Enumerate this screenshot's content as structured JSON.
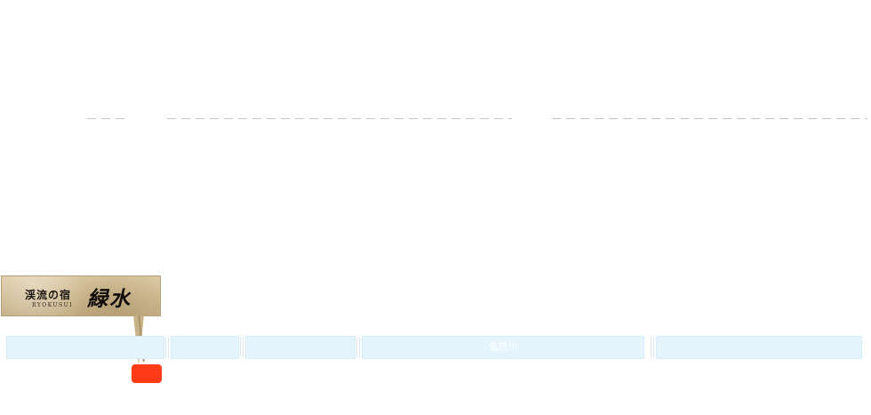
{
  "logo": {
    "small_text": "渓流の宿",
    "roman_text": "RYOKUSUI",
    "big_text": "緑水"
  },
  "nav": {
    "tabs": [
      {
        "label": ""
      },
      {
        "label": ""
      },
      {
        "label": ""
      },
      {
        "label": "鬼怒川"
      },
      {
        "label": ""
      }
    ]
  },
  "colors": {
    "nav_bg": "#e4f4fd",
    "accent_button": "#ff3b18",
    "sign_wood": "#cdb88f"
  }
}
